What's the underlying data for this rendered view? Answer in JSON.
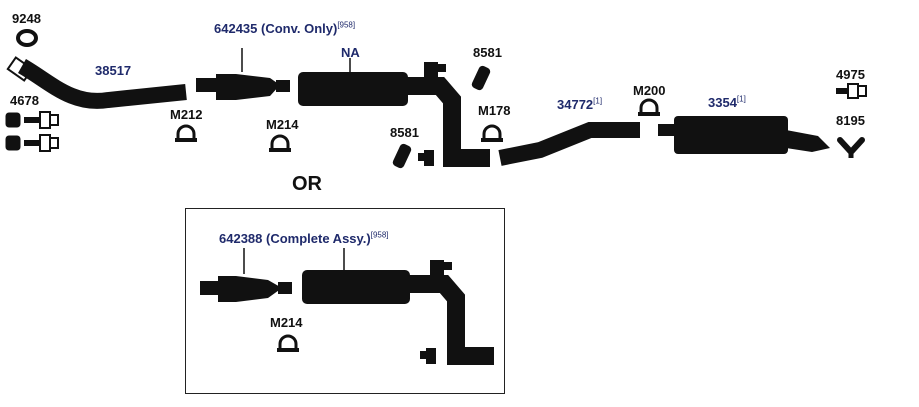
{
  "parts": {
    "p9248": "9248",
    "p4678": "4678",
    "p38517": "38517",
    "p642435": "642435 (Conv. Only)",
    "p642435_ref": "[958]",
    "pNA": "NA",
    "pM212": "M212",
    "pM214_top": "M214",
    "p8581_top": "8581",
    "p8581_low": "8581",
    "pM178": "M178",
    "p34772": "34772",
    "p34772_ref": "[1]",
    "pM200": "M200",
    "p3354": "3354",
    "p3354_ref": "[1]",
    "p4975": "4975",
    "p8195": "8195",
    "or": "OR",
    "p642388": "642388 (Complete Assy.)",
    "p642388_ref": "[958]",
    "pM214_box": "M214"
  },
  "colors": {
    "part": "#111111",
    "label_blue": "#1f2a6b",
    "label_black": "#111111"
  }
}
